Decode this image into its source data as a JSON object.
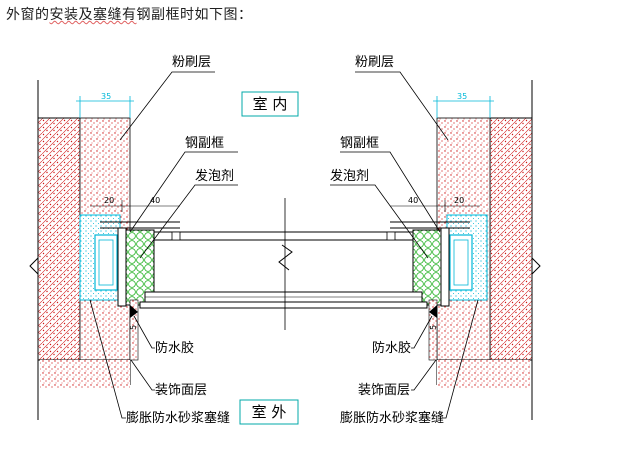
{
  "caption": {
    "prefix": "外窗的",
    "underlined": "安装及塞缝有",
    "suffix": "钢副框时如下图："
  },
  "labels": {
    "indoor": "室 内",
    "outdoor": "室 外",
    "plaster_left": "粉刷层",
    "plaster_right": "粉刷层",
    "steel_frame_left": "钢副框",
    "steel_frame_right": "钢副框",
    "foam_left": "发泡剂",
    "foam_right": "发泡剂",
    "waterproof_glue_left": "防水胶",
    "waterproof_glue_right": "防水胶",
    "finish_left": "装饰面层",
    "finish_right": "装饰面层",
    "mortar_left": "膨胀防水砂浆塞缝",
    "mortar_right": "膨胀防水砂浆塞缝"
  },
  "dimensions": {
    "plaster_width_left": "35",
    "plaster_width_right": "35",
    "gap_left": "20",
    "gap_right": "20",
    "frame_left": "40",
    "frame_right": "40",
    "small_left": "5",
    "small_right": "5"
  },
  "colors": {
    "plaster_dots": "#d01818",
    "insulation": "#00b8d8",
    "foam": "#20b020",
    "line": "#000000",
    "frame_label_box": "#00a8a8"
  }
}
